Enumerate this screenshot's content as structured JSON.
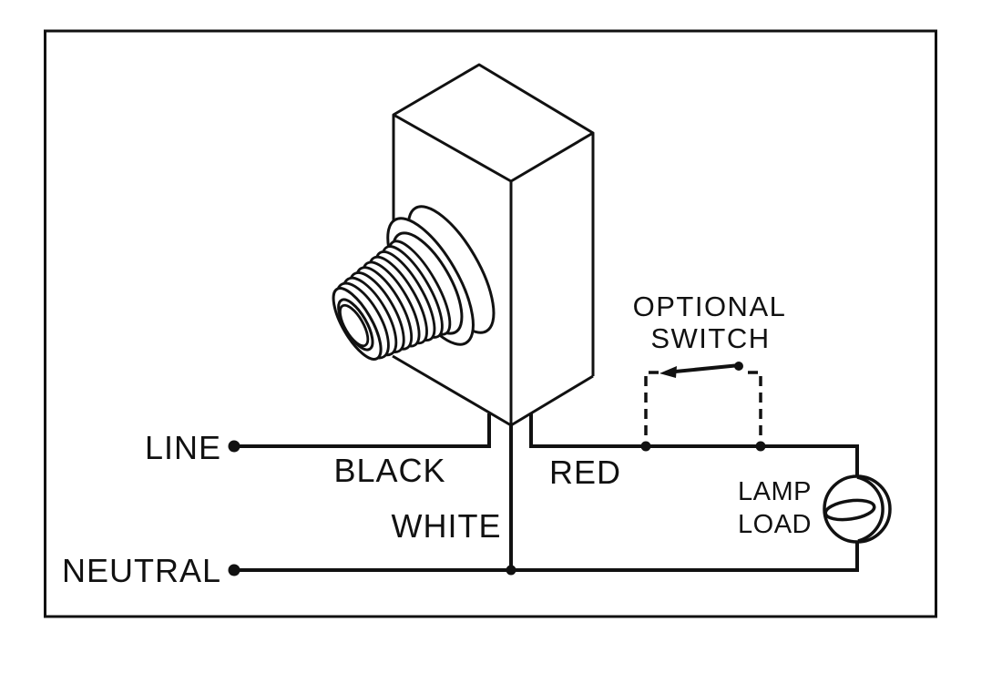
{
  "labels": {
    "line": "LINE",
    "black": "BLACK",
    "white": "WHITE",
    "red": "RED",
    "neutral": "NEUTRAL",
    "optional_switch": [
      "OPTIONAL",
      "SWITCH"
    ],
    "lamp_load": [
      "LAMP",
      "LOAD"
    ]
  },
  "colors": {
    "ink": "#111111",
    "background": "#ffffff"
  }
}
